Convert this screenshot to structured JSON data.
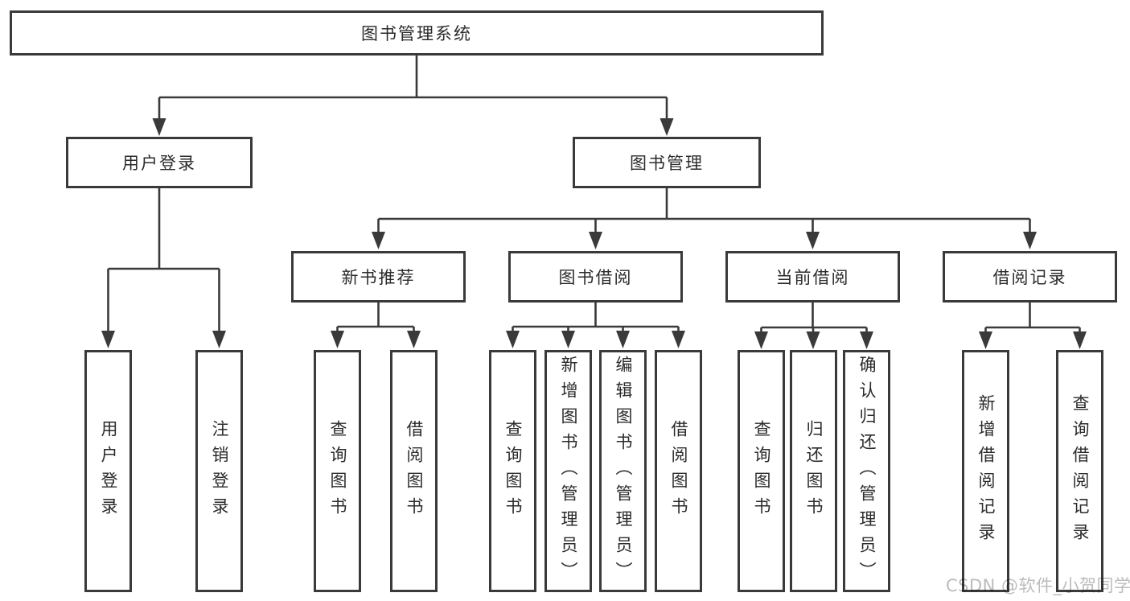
{
  "colors": {
    "line": "#3a3a3a",
    "box_border": "#3a3a3a",
    "box_fill": "#ffffff",
    "text": "#2b2b2b",
    "watermark": "#bcbcbc",
    "background": "#ffffff"
  },
  "nodes": {
    "root": {
      "label": "图书管理系统"
    },
    "level2": [
      {
        "id": "user-login",
        "label": "用户登录"
      },
      {
        "id": "book-management",
        "label": "图书管理"
      }
    ],
    "level3": [
      {
        "id": "new-book-recommend",
        "label": "新书推荐"
      },
      {
        "id": "book-borrowing",
        "label": "图书借阅"
      },
      {
        "id": "current-borrowing",
        "label": "当前借阅"
      },
      {
        "id": "borrowing-records",
        "label": "借阅记录"
      }
    ],
    "leaves": {
      "user_login": [
        {
          "label": "用户登录"
        },
        {
          "label": "注销登录"
        }
      ],
      "new_book_recommend": [
        {
          "label": "查询图书"
        },
        {
          "label": "借阅图书"
        }
      ],
      "book_borrowing": [
        {
          "label": "查询图书"
        },
        {
          "label": "新增图书（管理员）"
        },
        {
          "label": "编辑图书（管理员）"
        },
        {
          "label": "借阅图书"
        }
      ],
      "current_borrowing": [
        {
          "label": "查询图书"
        },
        {
          "label": "归还图书"
        },
        {
          "label": "确认归还（管理员）"
        }
      ],
      "borrowing_records": [
        {
          "label": "新增借阅记录"
        },
        {
          "label": "查询借阅记录"
        }
      ]
    }
  },
  "watermark": {
    "text": "CSDN @软件_小贺同学"
  }
}
